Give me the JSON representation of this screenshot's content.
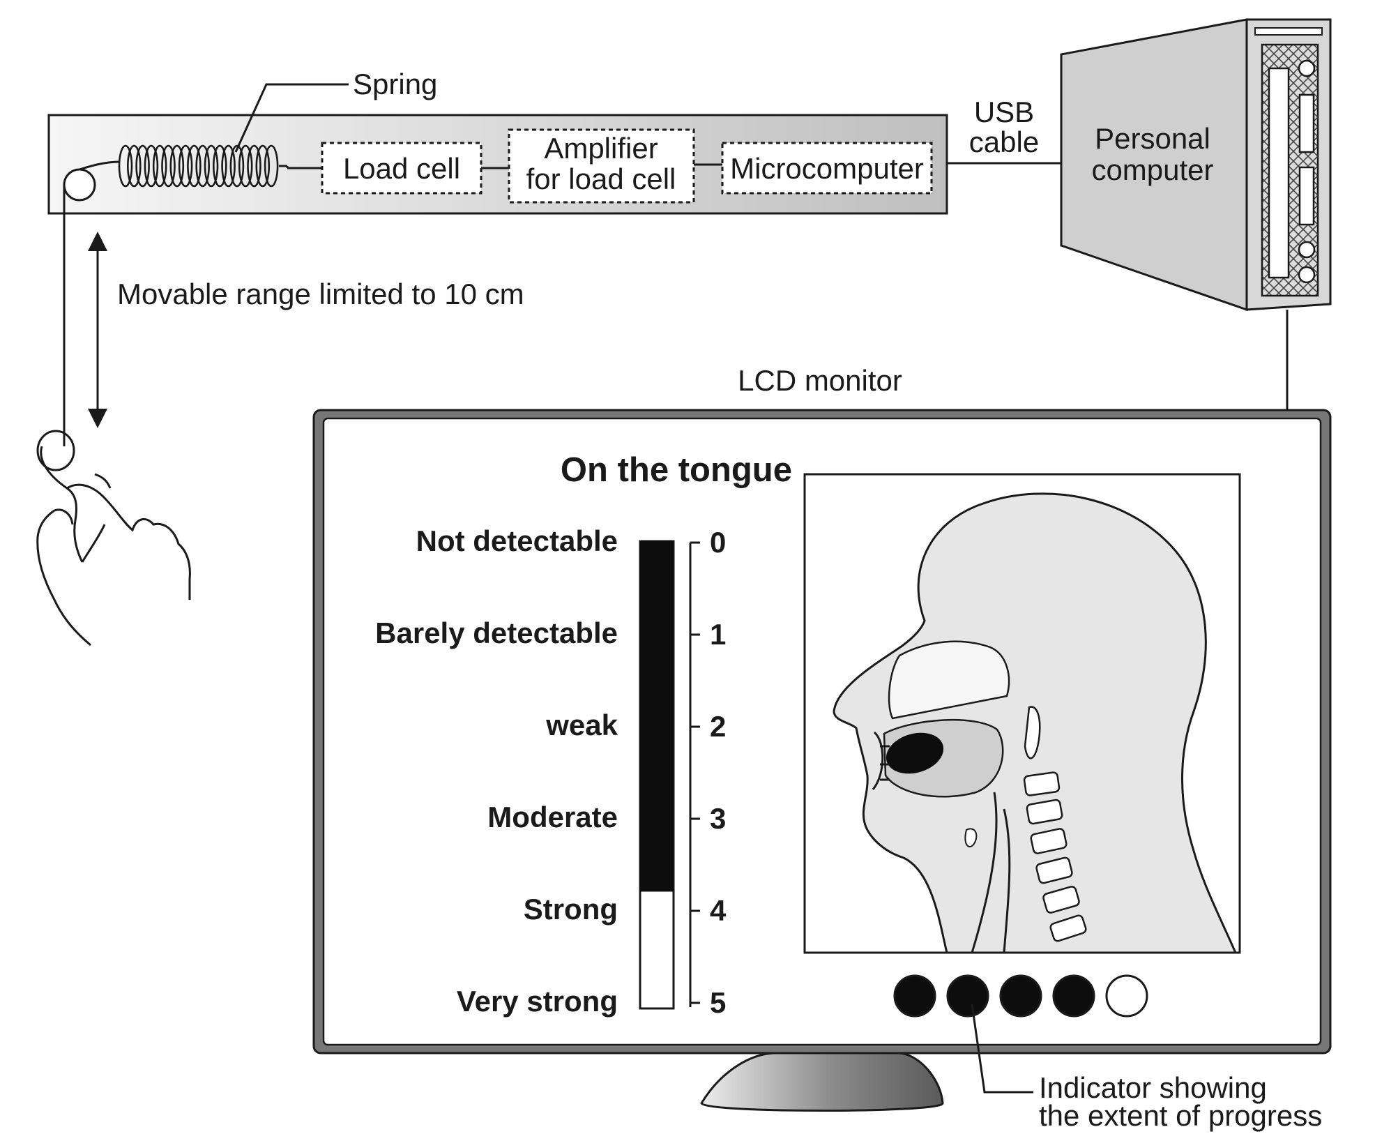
{
  "labels": {
    "spring": "Spring",
    "load_cell": "Load cell",
    "amplifier_line1": "Amplifier",
    "amplifier_line2": "for load cell",
    "microcomputer": "Microcomputer",
    "usb_line1": "USB",
    "usb_line2": "cable",
    "pc_line1": "Personal",
    "pc_line2": "computer",
    "movable_range": "Movable range limited to 10 cm",
    "lcd_monitor": "LCD monitor",
    "indicator_line1": "Indicator showing",
    "indicator_line2": "the extent of progress"
  },
  "screen": {
    "title": "On the tongue",
    "scale_labels": [
      "Not detectable",
      "Barely detectable",
      "weak",
      "Moderate",
      "Strong",
      "Very strong"
    ],
    "scale_numbers": [
      "0",
      "1",
      "2",
      "3",
      "4",
      "5"
    ],
    "bar_level": 3.75,
    "scale_max": 5,
    "progress_total": 5,
    "progress_filled": 4
  },
  "colors": {
    "ink": "#1a1a1a",
    "panel_light": "#f2f2f2",
    "panel_dark": "#c4c4c4",
    "pc_gray": "#cfcfcf",
    "head_fill": "#e6e6e6"
  }
}
